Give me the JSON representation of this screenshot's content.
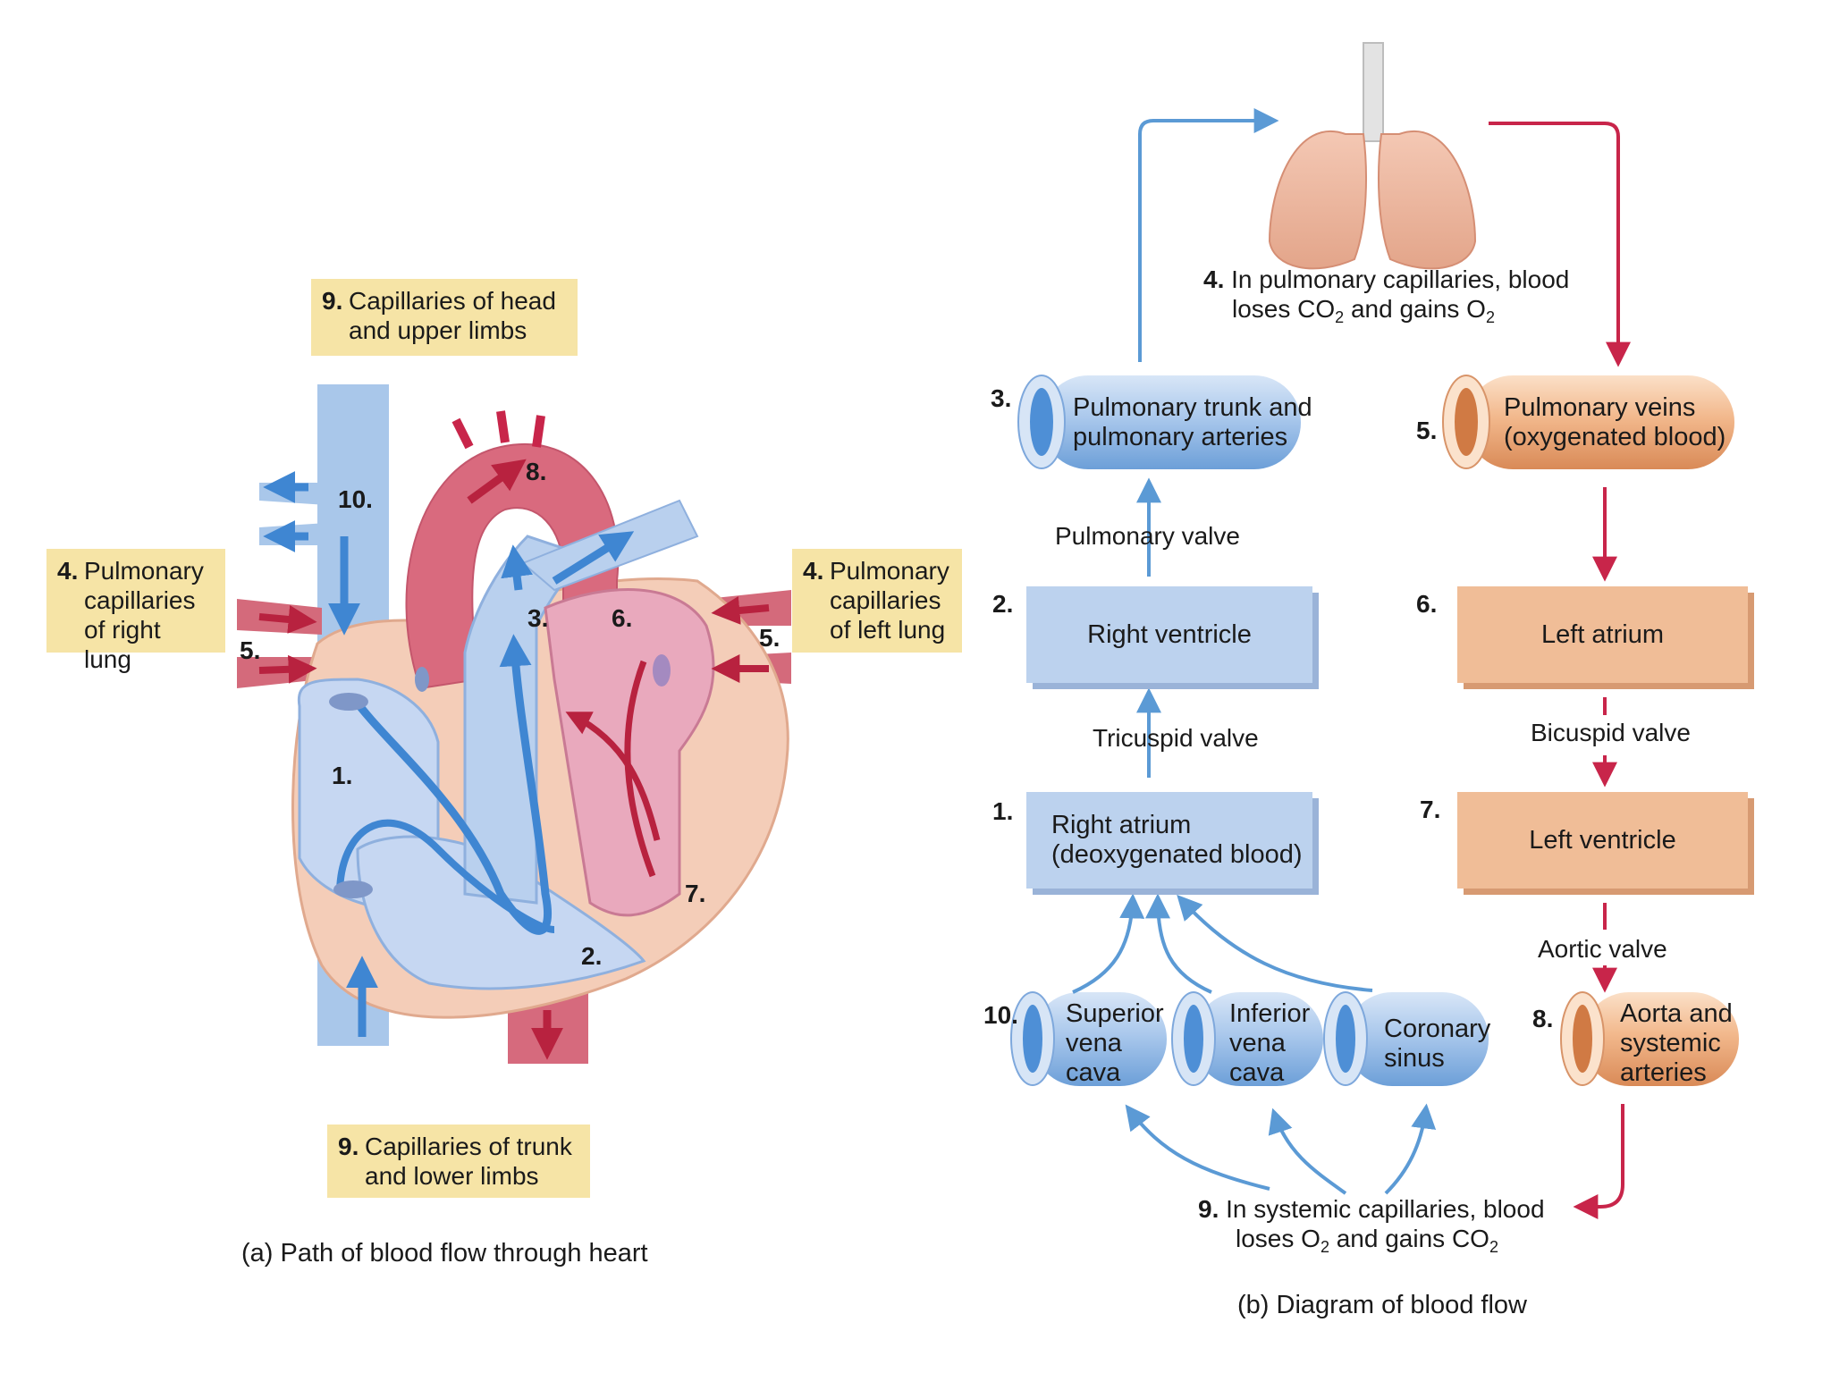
{
  "heart": {
    "labels": {
      "n10": "10.",
      "n8": "8.",
      "n3": "3.",
      "n6": "6.",
      "n1": "1.",
      "n7": "7.",
      "n2": "2.",
      "n5_left": "5.",
      "n5_right": "5."
    },
    "callouts": {
      "head": {
        "num": "9.",
        "line1": "Capillaries of head",
        "line2": "and upper limbs"
      },
      "right_lung": {
        "num": "4.",
        "line1": "Pulmonary",
        "line2": "capillaries",
        "line3": "of right lung"
      },
      "left_lung": {
        "num": "4.",
        "line1": "Pulmonary",
        "line2": "capillaries",
        "line3": "of left lung"
      },
      "trunk": {
        "num": "9.",
        "line1": "Capillaries of trunk",
        "line2": "and lower limbs"
      }
    },
    "caption": "(a) Path of blood flow through heart",
    "colors": {
      "deoxygenated": "#5b9ad5",
      "oxygenated": "#c8254a",
      "callout_bg": "#f6e4a6"
    }
  },
  "flow": {
    "lungs_text": {
      "num": "4.",
      "line1": "In pulmonary capillaries, blood",
      "line2_a": "loses CO",
      "line2_sub1": "2",
      "line2_b": " and gains O",
      "line2_sub2": "2"
    },
    "pulmonary_trunk": {
      "num": "3.",
      "line1": "Pulmonary trunk and",
      "line2": "pulmonary arteries"
    },
    "pulmonary_veins": {
      "num": "5.",
      "line1": "Pulmonary veins",
      "line2": "(oxygenated blood)"
    },
    "pulmonary_valve": "Pulmonary valve",
    "right_ventricle": {
      "num": "2.",
      "label": "Right ventricle"
    },
    "left_atrium": {
      "num": "6.",
      "label": "Left atrium"
    },
    "tricuspid_valve": "Tricuspid valve",
    "bicuspid_valve": "Bicuspid valve",
    "right_atrium": {
      "num": "1.",
      "line1": "Right atrium",
      "line2": "(deoxygenated blood)"
    },
    "left_ventricle": {
      "num": "7.",
      "label": "Left ventricle"
    },
    "aortic_valve": "Aortic valve",
    "superior_vena_cava": {
      "num": "10.",
      "line1": "Superior",
      "line2": "vena",
      "line3": "cava"
    },
    "inferior_vena_cava": {
      "line1": "Inferior",
      "line2": "vena",
      "line3": "cava"
    },
    "coronary_sinus": {
      "line1": "Coronary",
      "line2": "sinus"
    },
    "aorta": {
      "num": "8.",
      "line1": "Aorta and",
      "line2": "systemic",
      "line3": "arteries"
    },
    "systemic_text": {
      "num": "9.",
      "line1": "In systemic capillaries, blood",
      "line2_a": "loses O",
      "line2_sub1": "2",
      "line2_b": " and gains CO",
      "line2_sub2": "2"
    },
    "caption": "(b) Diagram of blood flow",
    "colors": {
      "blue_box": "#bcd2ee",
      "tan_box": "#f0bd97",
      "blue_arrow": "#5b9ad5",
      "red_arrow": "#c8254a"
    }
  }
}
